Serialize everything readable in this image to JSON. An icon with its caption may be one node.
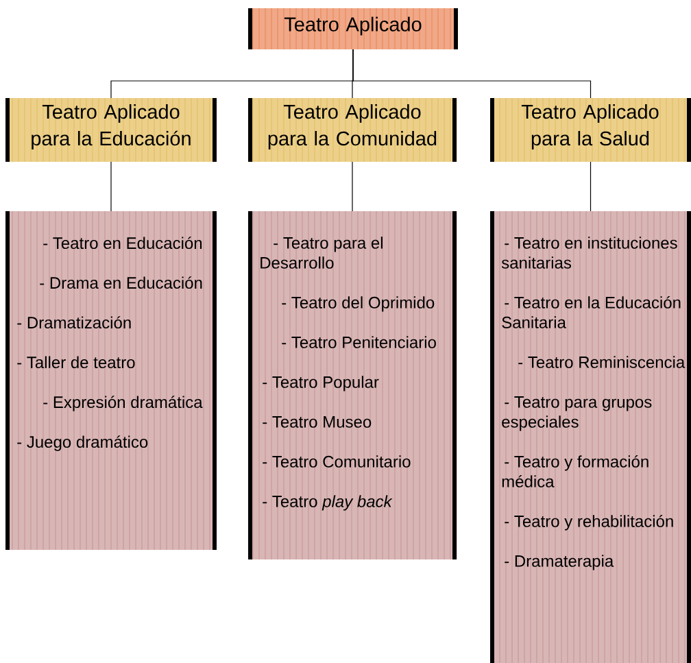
{
  "diagram": {
    "nodes": [
      {
        "text": [
          "Teatro Aplicado"
        ]
      },
      {
        "text": [
          "Teatro Aplicado para la Educación"
        ]
      },
      {
        "text": [
          "Teatro Aplicado para la Comunidad"
        ]
      },
      {
        "text": [
          "Teatro Aplicado para la Salud"
        ]
      },
      {
        "text": [
          "- Teatro en Educación",
          "- Drama en Educación",
          "- Dramatización",
          "- Taller de teatro",
          "- Expresión dramática",
          "- Juego dramático"
        ]
      },
      {
        "text": [
          "- Teatro para el Desarrollo",
          "- Teatro del Oprimido",
          "- Teatro Penitenciario",
          "- Teatro Popular",
          "- Teatro Museo",
          "- Teatro Comunitario",
          "- Teatro *play back*"
        ]
      },
      {
        "text": [
          "- Teatro en instituciones sanitarias",
          "- Teatro en la Educación Sanitaria",
          "- Teatro Reminiscencia",
          "- Teatro para grupos especiales",
          "- Teatro y formación médica",
          "- Teatro y rehabilitación",
          "- Dramaterapia"
        ]
      }
    ],
    "edges": [
      {
        "from": 0,
        "to": 1,
        "arrow": "none"
      },
      {
        "from": 0,
        "to": 2,
        "arrow": "none"
      },
      {
        "from": 0,
        "to": 3,
        "arrow": "none"
      },
      {
        "from": 1,
        "to": 4,
        "arrow": "none"
      },
      {
        "from": 2,
        "to": 5,
        "arrow": "none"
      },
      {
        "from": 3,
        "to": 6,
        "arrow": "none"
      }
    ]
  }
}
